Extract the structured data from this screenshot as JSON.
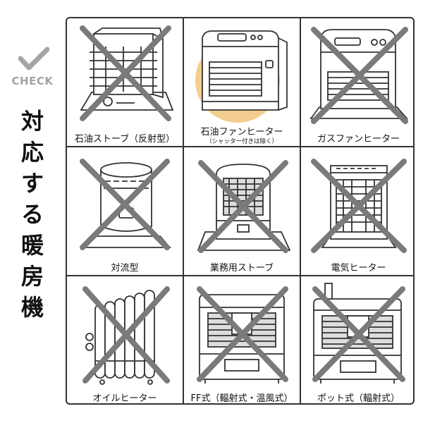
{
  "side": {
    "check_label": "CHECK",
    "title_chars": [
      "対",
      "応",
      "す",
      "る",
      "暖",
      "房",
      "機"
    ]
  },
  "colors": {
    "highlight": "#f2cd8f",
    "cross": "#7a7a7a",
    "line": "#333333"
  },
  "heaters": [
    {
      "label": "石油ストーブ（反射型）",
      "compatible": false,
      "icon": "reflective-kerosene-stove-icon"
    },
    {
      "label": "石油ファンヒーター",
      "sublabel": "（シャッター付きは除く）",
      "compatible": true,
      "icon": "kerosene-fan-heater-icon"
    },
    {
      "label": "ガスファンヒーター",
      "compatible": false,
      "icon": "gas-fan-heater-icon"
    },
    {
      "label": "対流型",
      "compatible": false,
      "icon": "convection-stove-icon"
    },
    {
      "label": "業務用ストーブ",
      "compatible": false,
      "icon": "commercial-stove-icon"
    },
    {
      "label": "電気ヒーター",
      "compatible": false,
      "icon": "electric-heater-icon"
    },
    {
      "label": "オイルヒーター",
      "compatible": false,
      "icon": "oil-heater-icon"
    },
    {
      "label": "FF式（輻射式・温風式）",
      "compatible": false,
      "icon": "ff-heater-icon"
    },
    {
      "label": "ポット式（輻射式）",
      "compatible": false,
      "icon": "pot-heater-icon"
    }
  ]
}
